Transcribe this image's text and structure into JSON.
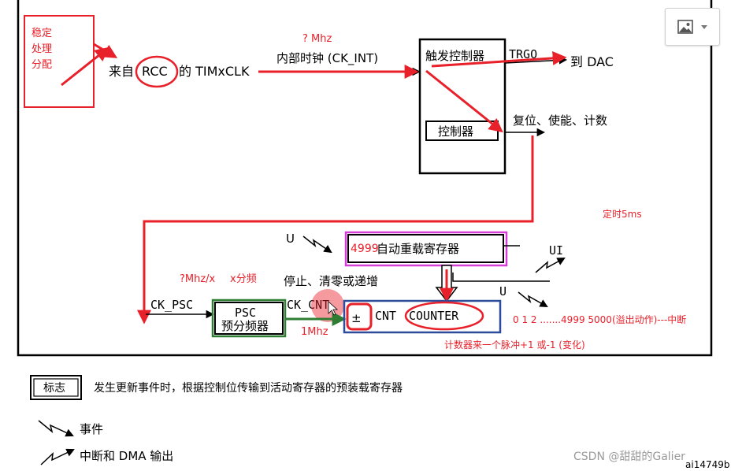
{
  "annotations": {
    "stabilize": [
      "稳定",
      "处理",
      "分配"
    ],
    "q_mhz": "? Mhz",
    "timer_5ms": "定时5ms",
    "mhz_x": "?Mhz/x",
    "x_div": "x分频",
    "mhz1": "1Mhz",
    "counter_sequence": "0 1 2 .......4999 5000(溢出动作)---中断",
    "counter_pulse": "计数器来一个脉冲+1 或-1 (变化)",
    "arr_value": "4999"
  },
  "diagram": {
    "from_rcc_1": "来自",
    "rcc": "RCC",
    "from_rcc_2": "的 TIMxCLK",
    "ck_int": "内部时钟 (CK_INT)",
    "trigger_controller": "触发控制器",
    "controller": "控制器",
    "trgo": "TRGO",
    "to_dac": "到 DAC",
    "reset_enable_count": "复位、使能、计数",
    "u_label_1": "U",
    "u_label_2": "U",
    "ui_label": "UI",
    "auto_reload": "自动重载寄存器",
    "stop_clear": "停止、清零或递增",
    "ck_psc": "CK_PSC",
    "psc": "PSC",
    "prescaler": "预分频器",
    "ck_cnt": "CK_CNT",
    "plus_minus": "±",
    "cnt": "CNT",
    "counter": "COUNTER"
  },
  "legend": {
    "flag": "标志",
    "flag_desc": "发生更新事件时，根据控制位传输到活动寄存器的预装载寄存器",
    "event": "事件",
    "interrupt_dma": "中断和 DMA 输出"
  },
  "watermark": {
    "csdn": "CSDN @甜甜的Galier",
    "doc_id": "ai14749b"
  },
  "toolbar": {
    "icon": "image-icon"
  },
  "colors": {
    "annotation": "#e8202a",
    "border": "#000000",
    "psc_border": "#2e7d32",
    "counter_border": "#2e4c9c",
    "arr_border": "#d63fd6"
  }
}
